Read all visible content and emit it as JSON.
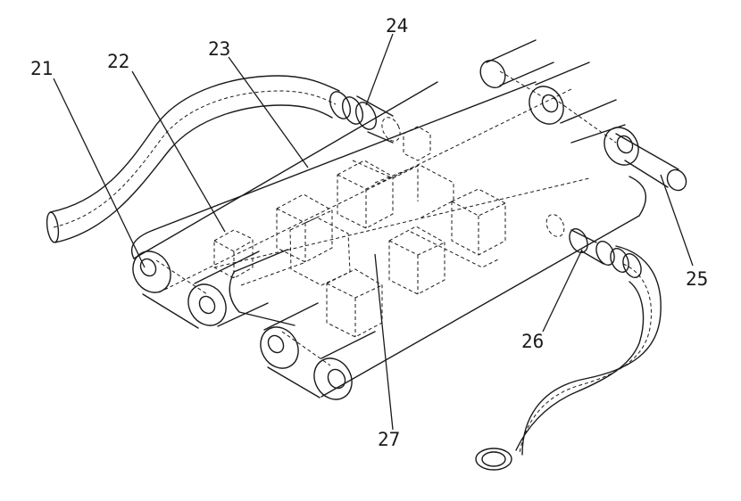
{
  "labels": {
    "l21": "21",
    "l22": "22",
    "l23": "23",
    "l24": "24",
    "l25": "25",
    "l26": "26",
    "l27": "27"
  }
}
